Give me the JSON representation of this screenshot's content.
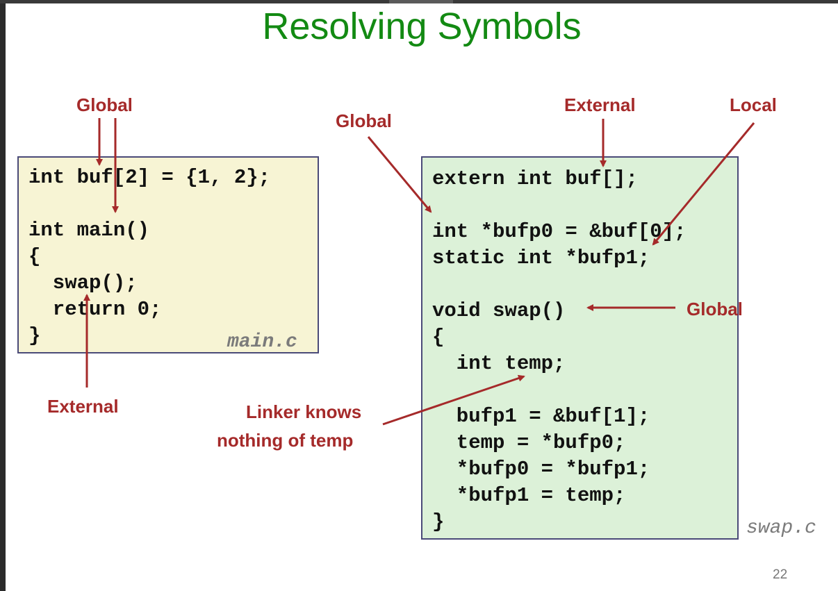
{
  "slide": {
    "title": "Resolving Symbols",
    "page_number": "22"
  },
  "main_c": {
    "filename": "main.c",
    "lines": [
      "int buf[2] = {1, 2};",
      "",
      "int main()",
      "{",
      "  swap();",
      "  return 0;",
      "}"
    ]
  },
  "swap_c": {
    "filename": "swap.c",
    "lines": [
      "extern int buf[];",
      "",
      "int *bufp0 = &buf[0];",
      "static int *bufp1;",
      "",
      "void swap()",
      "{",
      "  int temp;",
      "",
      "  bufp1 = &buf[1];",
      "  temp = *bufp0;",
      "  *bufp0 = *bufp1;",
      "  *bufp1 = temp;",
      "}"
    ]
  },
  "labels": {
    "main_global": "Global",
    "main_external": "External",
    "swap_global_left": "Global",
    "swap_external": "External",
    "swap_local": "Local",
    "swap_global_func": "Global",
    "linker_line1": "Linker knows",
    "linker_line2": "nothing of temp"
  },
  "colors": {
    "title": "#138a13",
    "annotation": "#a52a2a",
    "main_box_bg": "#f7f4d4",
    "swap_box_bg": "#dcf1d8",
    "box_border": "#4a4a78"
  }
}
